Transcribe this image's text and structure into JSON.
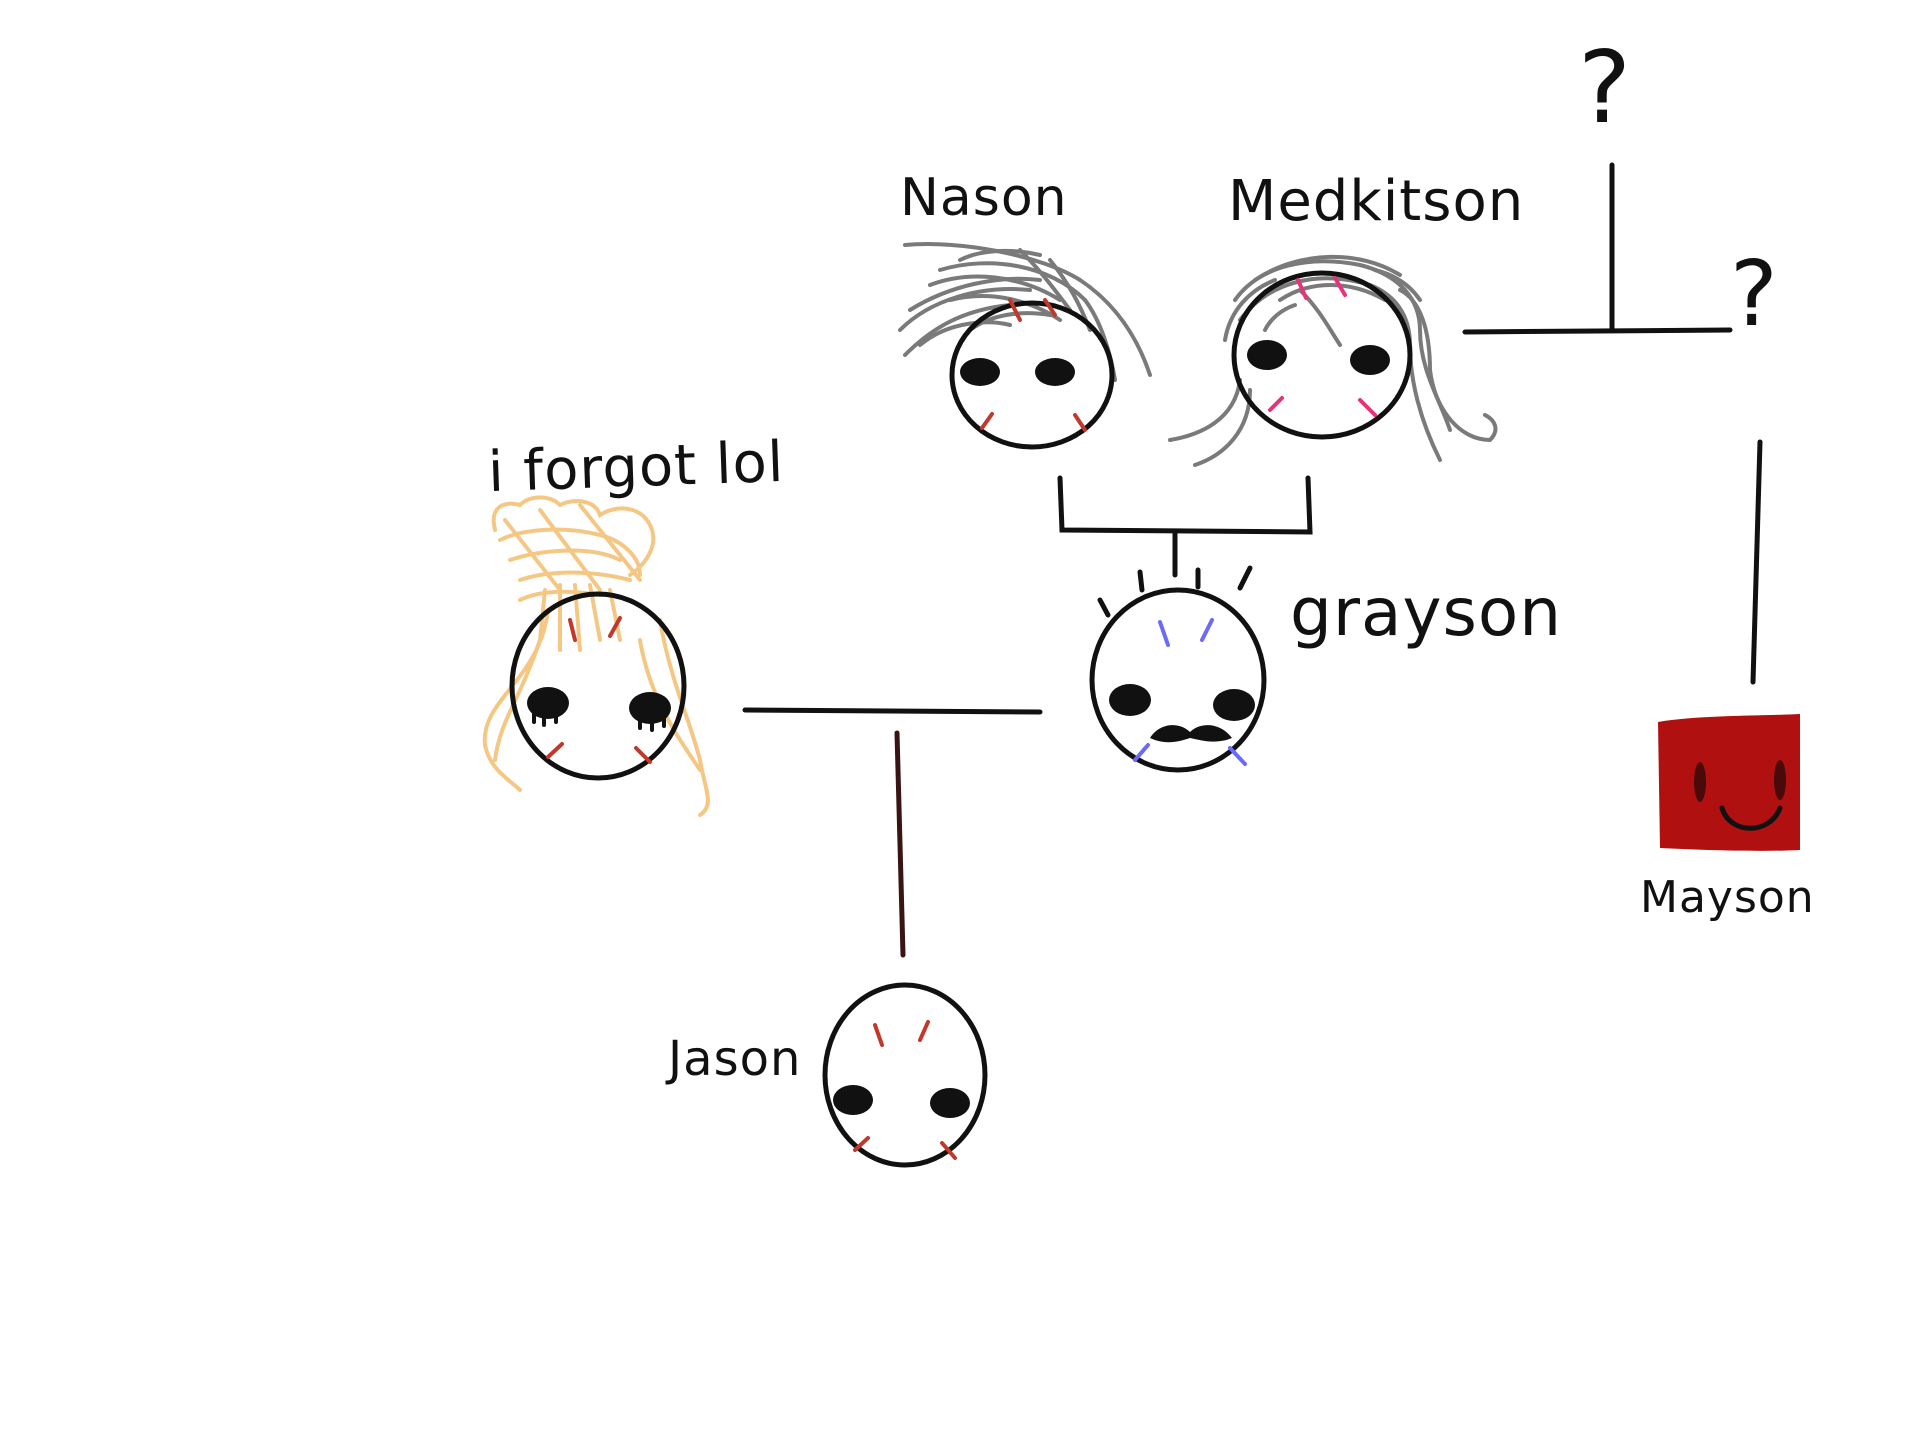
{
  "labels": {
    "nason": "Nason",
    "medkitson": "Medkitson",
    "iforgot": "i forgot lol",
    "grayson": "grayson",
    "jason": "Jason",
    "mayson": "Mayson",
    "q1": "?",
    "q2": "?"
  },
  "colors": {
    "ink": "#111111",
    "gray_hair": "#7a7a7a",
    "blonde_hair": "#f4c884",
    "cheek_red": "#c0392b",
    "cheek_pink": "#e8327c",
    "cheek_blue": "#6b6bf5",
    "jason_line": "#3a1414",
    "mayson_red": "#b01010"
  }
}
